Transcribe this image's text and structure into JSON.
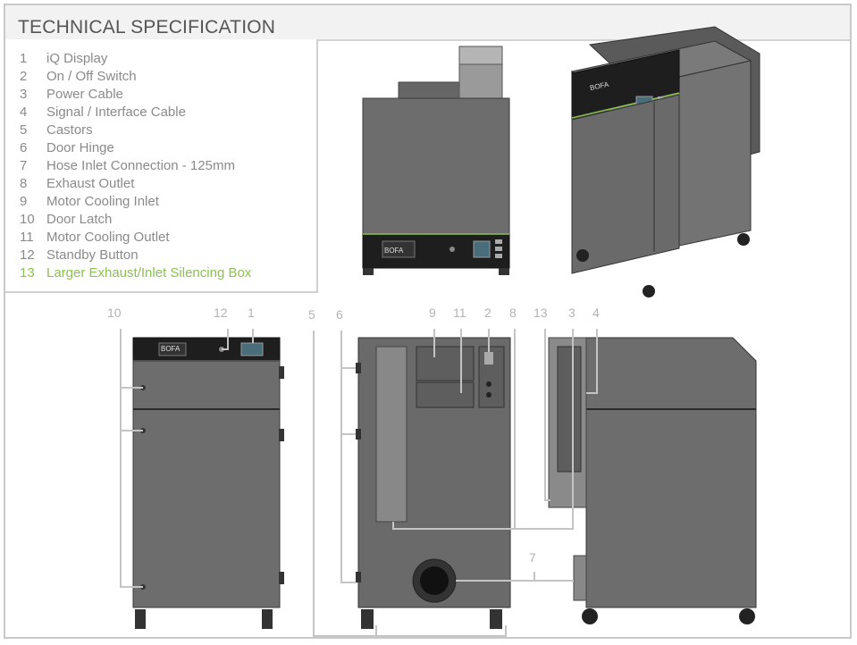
{
  "title": "TECHNICAL SPECIFICATION",
  "legend": [
    {
      "num": "1",
      "label": "iQ Display"
    },
    {
      "num": "2",
      "label": "On / Off Switch"
    },
    {
      "num": "3",
      "label": "Power Cable"
    },
    {
      "num": "4",
      "label": "Signal / Interface Cable"
    },
    {
      "num": "5",
      "label": "Castors"
    },
    {
      "num": "6",
      "label": "Door Hinge"
    },
    {
      "num": "7",
      "label": "Hose Inlet Connection - 125mm"
    },
    {
      "num": "8",
      "label": "Exhaust Outlet"
    },
    {
      "num": "9",
      "label": "Motor Cooling Inlet"
    },
    {
      "num": "10",
      "label": "Door Latch"
    },
    {
      "num": "11",
      "label": "Motor Cooling Outlet"
    },
    {
      "num": "12",
      "label": "Standby Button"
    },
    {
      "num": "13",
      "label": "Larger Exhaust/Inlet Silencing Box"
    }
  ],
  "callouts": {
    "c10": "10",
    "c12": "12",
    "c1": "1",
    "c5": "5",
    "c6": "6",
    "c9": "9",
    "c11": "11",
    "c2": "2",
    "c8": "8",
    "c13": "13",
    "c3": "3",
    "c4": "4",
    "c7": "7"
  },
  "brand": "BOFA",
  "colors": {
    "cabinet": "#6d6d6d",
    "panel": "#1e1e1e",
    "accent_line": "#8cc152",
    "highlight_text": "#8cc152",
    "callout": "#b3b3b3"
  }
}
